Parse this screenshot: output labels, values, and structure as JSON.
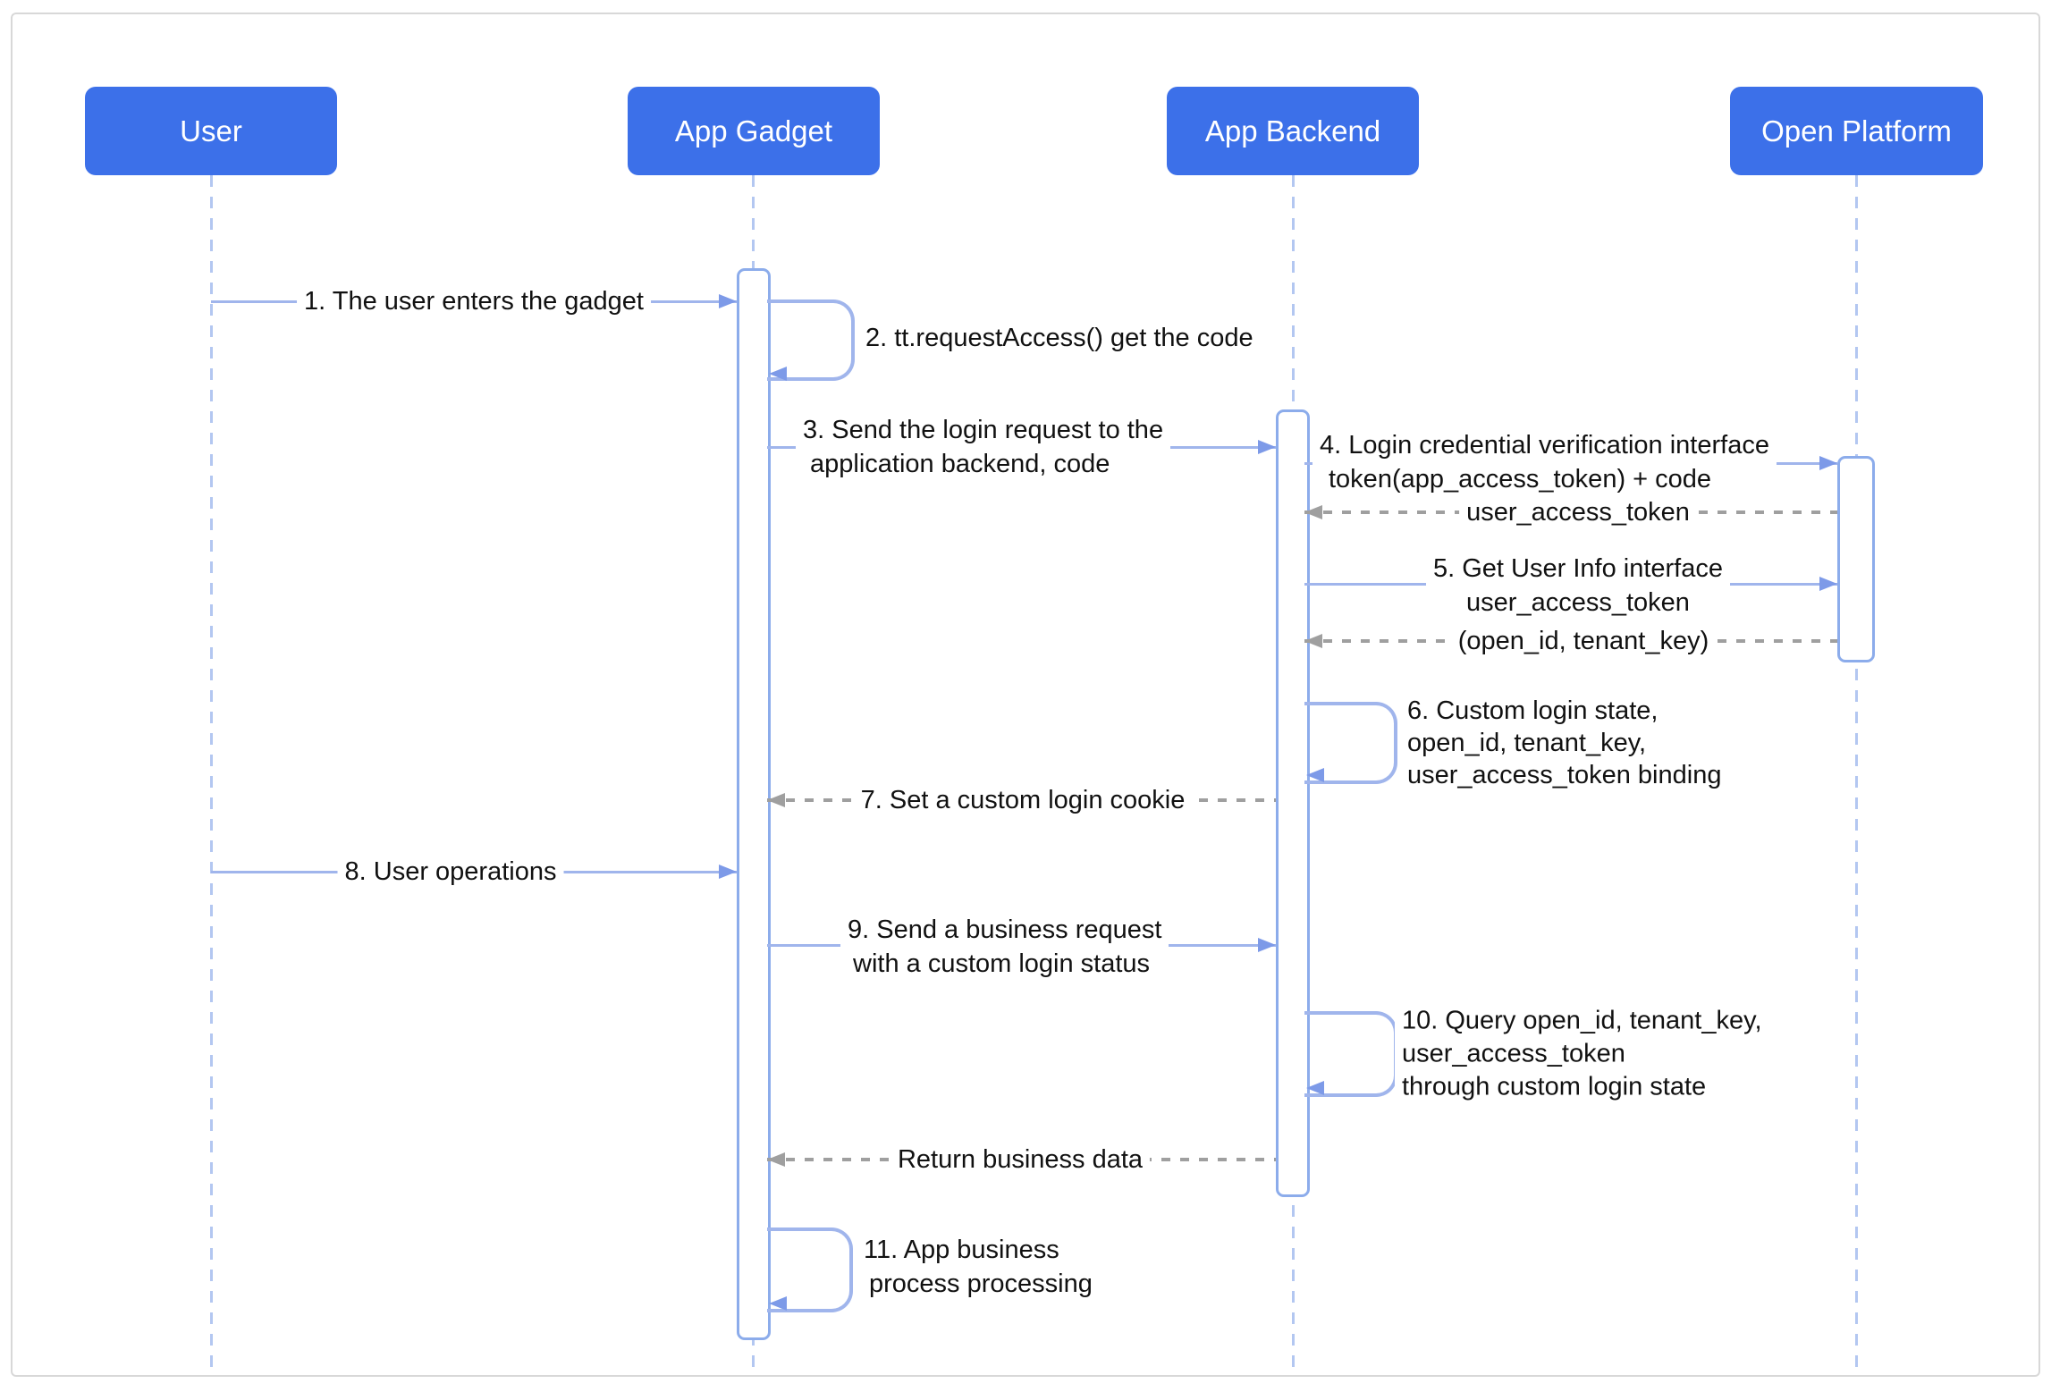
{
  "actors": [
    {
      "label": "User"
    },
    {
      "label": "App Gadget"
    },
    {
      "label": "App Backend"
    },
    {
      "label": "Open Platform"
    }
  ],
  "messages": {
    "m1": {
      "text": "1. The user enters the gadget"
    },
    "m2": {
      "text": "2. tt.requestAccess() get the code"
    },
    "m3": {
      "lines": [
        "3. Send the login request to the",
        "application backend, code"
      ]
    },
    "m4": {
      "lines": [
        "4. Login credential verification interface",
        "token(app_access_token) + code"
      ]
    },
    "r1": {
      "text": "user_access_token"
    },
    "m5": {
      "lines": [
        "5. Get User Info interface",
        "user_access_token"
      ]
    },
    "r2": {
      "text": "(open_id, tenant_key)"
    },
    "m6": {
      "lines": [
        "6. Custom login state,",
        "open_id, tenant_key,",
        "user_access_token binding"
      ]
    },
    "m7": {
      "text": "7. Set a custom login cookie"
    },
    "m8": {
      "text": "8. User operations"
    },
    "m9": {
      "lines": [
        "9. Send a business request",
        "with a custom login status"
      ]
    },
    "m10": {
      "lines": [
        "10. Query open_id, tenant_key,",
        "user_access_token",
        "through custom login state"
      ]
    },
    "r3": {
      "text": "Return business data"
    },
    "m11": {
      "lines": [
        "11. App business",
        "process processing"
      ]
    }
  },
  "colors": {
    "actor-fill": "#3c70e9",
    "actor-text": "#ffffff",
    "arrow-solid": "#a0b5ec",
    "arrowhead": "#7d9ae8",
    "bar-border": "#8caceb",
    "lifeline": "#b3c7f1",
    "return-gray": "#9f9f9f",
    "text": "#111111",
    "frame-border": "#d8d8d8"
  }
}
